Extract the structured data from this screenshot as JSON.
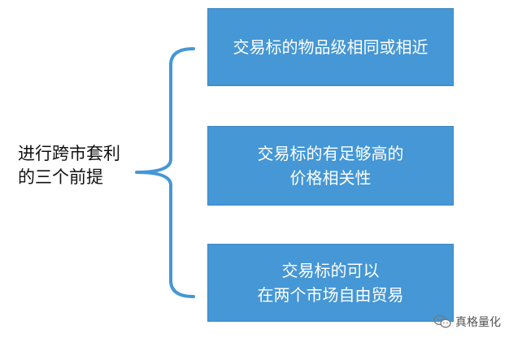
{
  "left_label": {
    "lines": [
      "进行跨市套利",
      "的三个前提"
    ]
  },
  "boxes": [
    {
      "lines": [
        "交易标的物品级相同或相近"
      ]
    },
    {
      "lines": [
        "交易标的有足够高的",
        "价格相关性"
      ]
    },
    {
      "lines": [
        "交易标的可以",
        "在两个市场自由贸易"
      ]
    }
  ],
  "watermark": {
    "text": "真格量化",
    "icon": "wechat-icon"
  },
  "colors": {
    "box_fill": "#4597d6",
    "brace": "#4597d6",
    "box_text": "#ffffff",
    "label_text": "#111111"
  }
}
